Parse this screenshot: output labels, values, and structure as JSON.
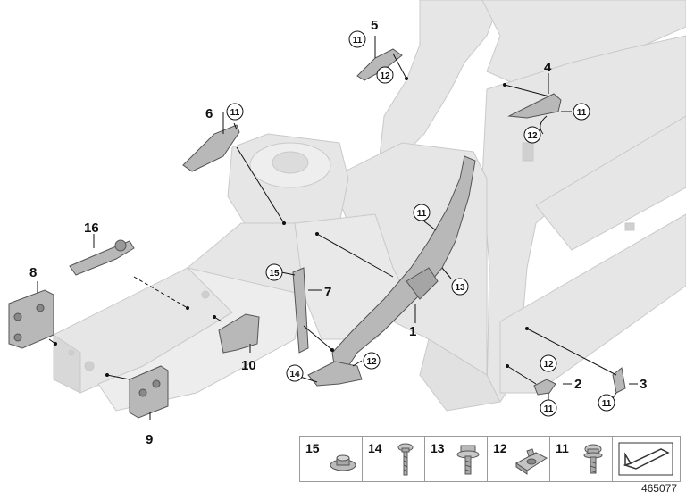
{
  "callouts": [
    {
      "id": "c1",
      "label": "1"
    },
    {
      "id": "c2",
      "label": "2"
    },
    {
      "id": "c3",
      "label": "3"
    },
    {
      "id": "c4",
      "label": "4"
    },
    {
      "id": "c5",
      "label": "5"
    },
    {
      "id": "c6",
      "label": "6"
    },
    {
      "id": "c7",
      "label": "7"
    },
    {
      "id": "c8",
      "label": "8"
    },
    {
      "id": "c9",
      "label": "9"
    },
    {
      "id": "c10",
      "label": "10"
    },
    {
      "id": "c16",
      "label": "16"
    }
  ],
  "circled": {
    "n11": "11",
    "n12": "12",
    "n13": "13",
    "n14": "14",
    "n15": "15"
  },
  "legend": [
    {
      "label": "15",
      "icon": "flange-nut-icon"
    },
    {
      "label": "14",
      "icon": "long-bolt-icon"
    },
    {
      "label": "13",
      "icon": "flange-bolt-icon"
    },
    {
      "label": "12",
      "icon": "clip-nut-icon"
    },
    {
      "label": "11",
      "icon": "short-bolt-icon"
    },
    {
      "label": "",
      "icon": "arrow-pointer-icon"
    }
  ],
  "reference_number": "465077",
  "colors": {
    "body": "#e4e4e4",
    "body_edge": "#c8c8c8",
    "part": "#b9b9b9",
    "part_edge": "#555555",
    "line": "#111111"
  }
}
